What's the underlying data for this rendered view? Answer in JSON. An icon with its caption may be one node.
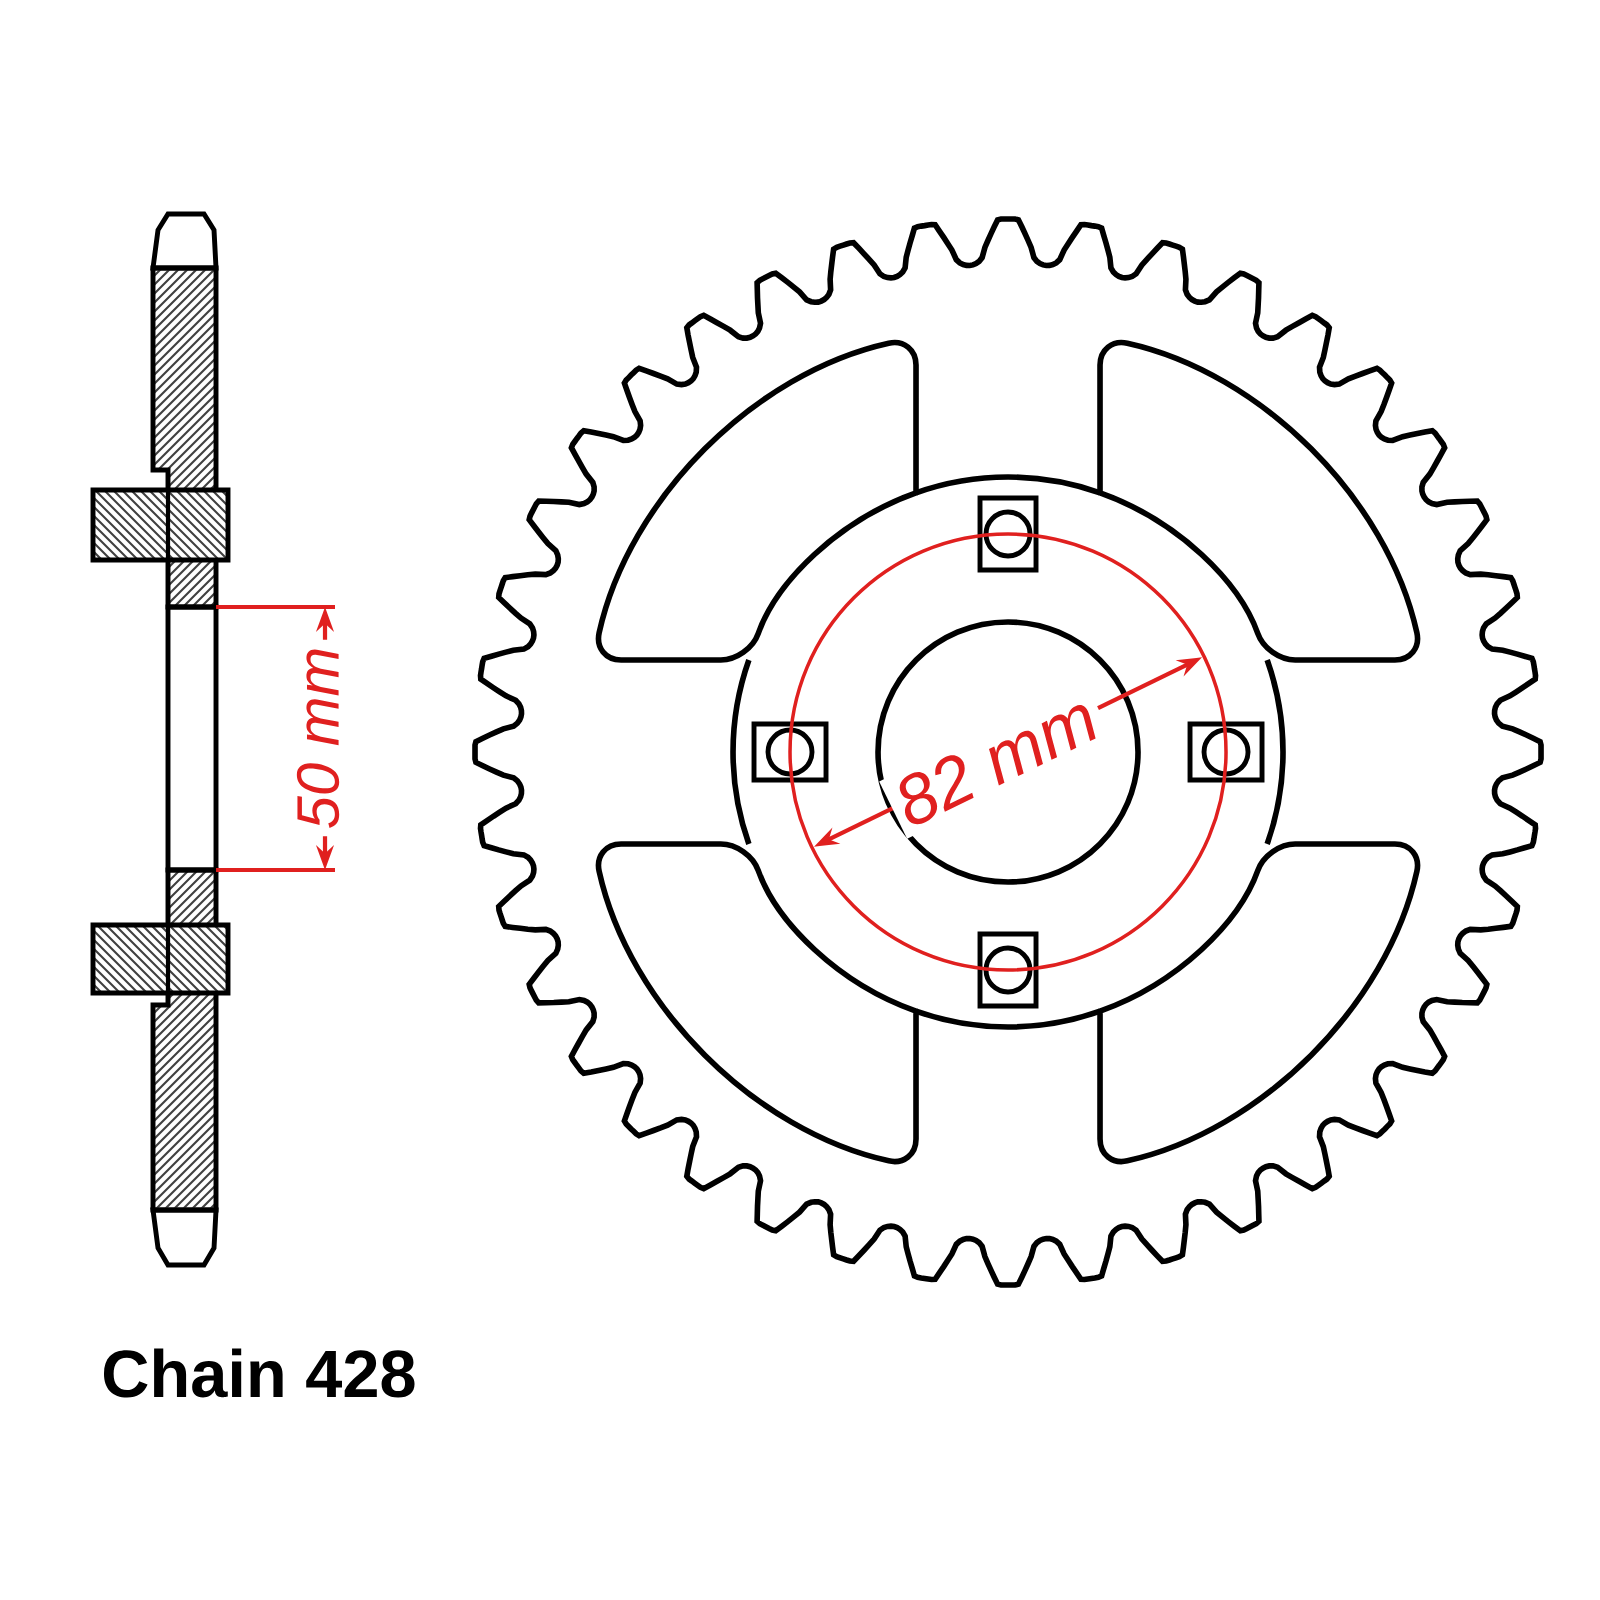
{
  "diagram": {
    "labels": [
      "50 mm",
      "82 mm",
      "Chain 428"
    ]
  }
}
